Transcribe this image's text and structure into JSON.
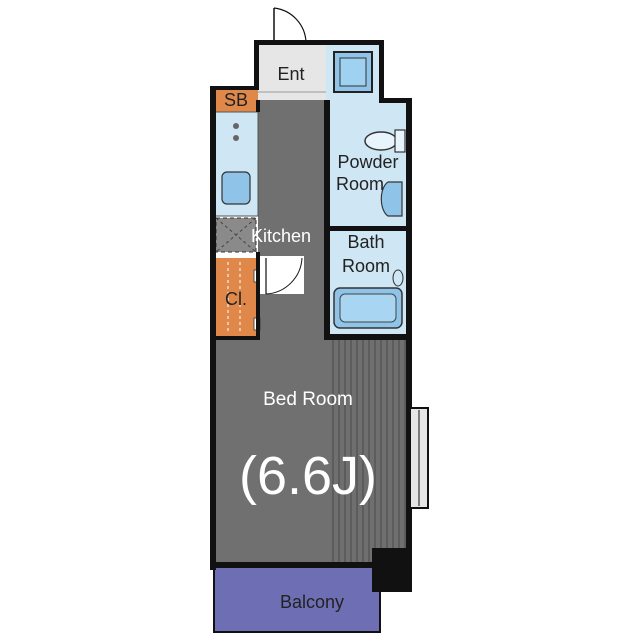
{
  "rooms": {
    "entrance": "Ent",
    "shoe_box": "SB",
    "powder_room_line1": "Powder",
    "powder_room_line2": "Room",
    "bath_room_line1": "Bath",
    "bath_room_line2": "Room",
    "kitchen": "Kitchen",
    "closet": "Cl.",
    "bed_room": "Bed Room",
    "bed_room_size": "(6.6J)",
    "balcony": "Balcony"
  },
  "colors": {
    "wall": "#111111",
    "floor_main": "#6f6f6f",
    "floor_hatch": "#4a4a4a",
    "wet_area": "#cfe6f5",
    "fixture_blue": "#8fc4e8",
    "storage_orange": "#e0884a",
    "entrance_floor": "#e6e6e6",
    "balcony": "#6e6eb4",
    "text_dark": "#222222",
    "text_light": "#ffffff"
  }
}
